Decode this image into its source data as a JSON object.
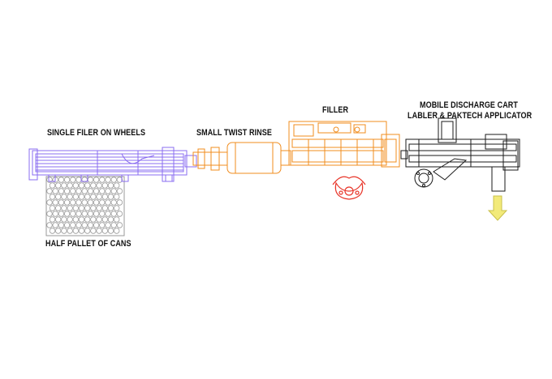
{
  "labels": {
    "single_filer": "SINGLE FILER ON WHEELS",
    "small_twist_rinse": "SMALL TWIST RINSE",
    "filler": "FILLER",
    "discharge_line1": "MOBILE DISCHARGE CART",
    "discharge_line2": "LABLER & PAKTECH APPLICATOR",
    "half_pallet": "HALF PALLET OF CANS"
  },
  "colors": {
    "single_filer": "#8a6cf0",
    "pallet": "#9a9a9a",
    "rinse_filler": "#f08c1e",
    "crowner": "#e8362a",
    "discharge_cart": "#1a1a1a",
    "discharge_arrow": "#f2ea7a"
  }
}
